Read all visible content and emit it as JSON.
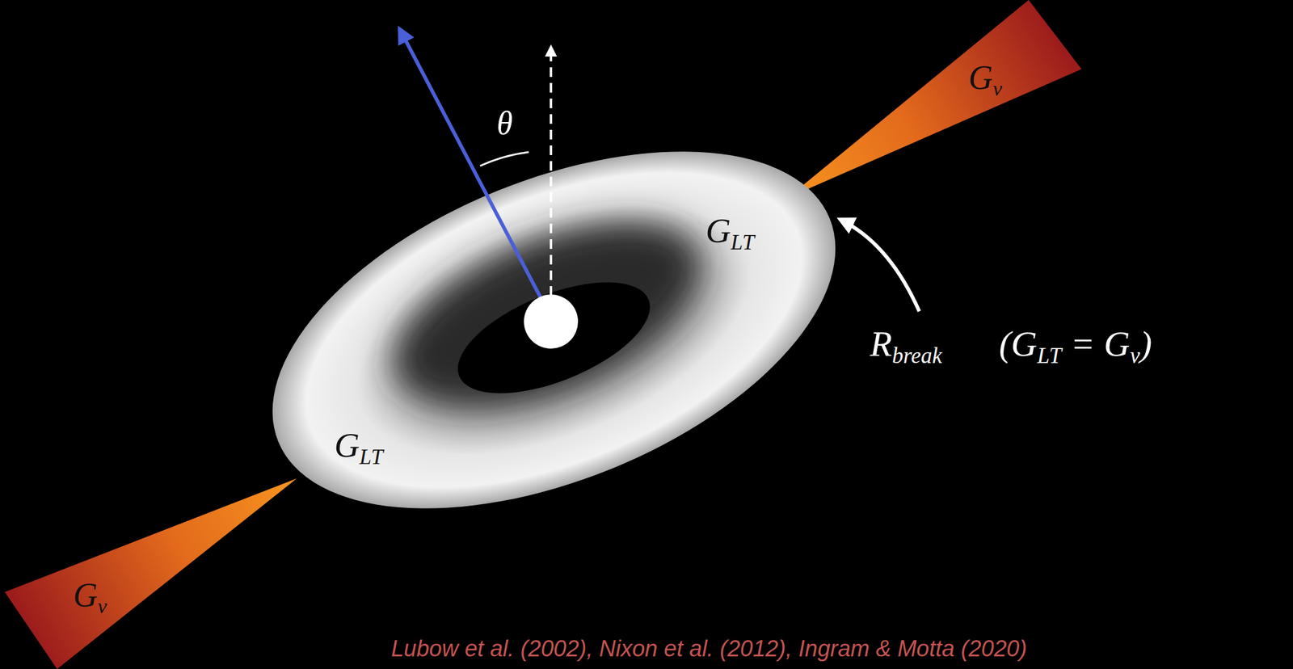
{
  "diagram": {
    "labels": [
      "Gν",
      "θ",
      "GLT",
      "Rbreak",
      "(GLT = Gν)",
      "GLT",
      "Gν",
      "Lubow et al. (2002), Nixon et al. (2012), Ingram & Motta (2020)"
    ]
  }
}
